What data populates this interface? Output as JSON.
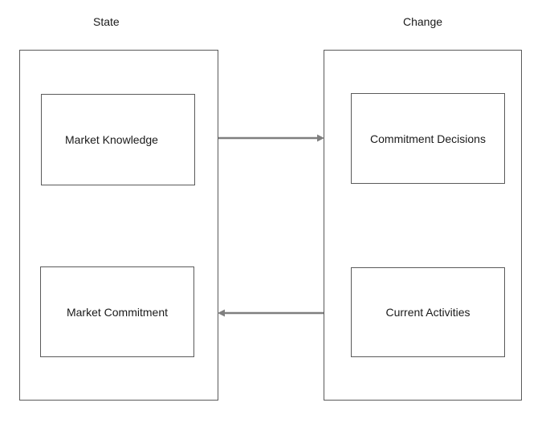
{
  "columns": {
    "state": {
      "title": "State",
      "nodes": {
        "knowledge": "Market Knowledge",
        "commitment": "Market Commitment"
      }
    },
    "change": {
      "title": "Change",
      "nodes": {
        "decisions": "Commitment Decisions",
        "activities": "Current Activities"
      }
    }
  },
  "edges": [
    {
      "from": "Market Knowledge",
      "to": "Commitment Decisions"
    },
    {
      "from": "Current Activities",
      "to": "Market Commitment"
    }
  ],
  "colors": {
    "frame": "#5a5a5a",
    "arrow": "#7f7f7f"
  }
}
